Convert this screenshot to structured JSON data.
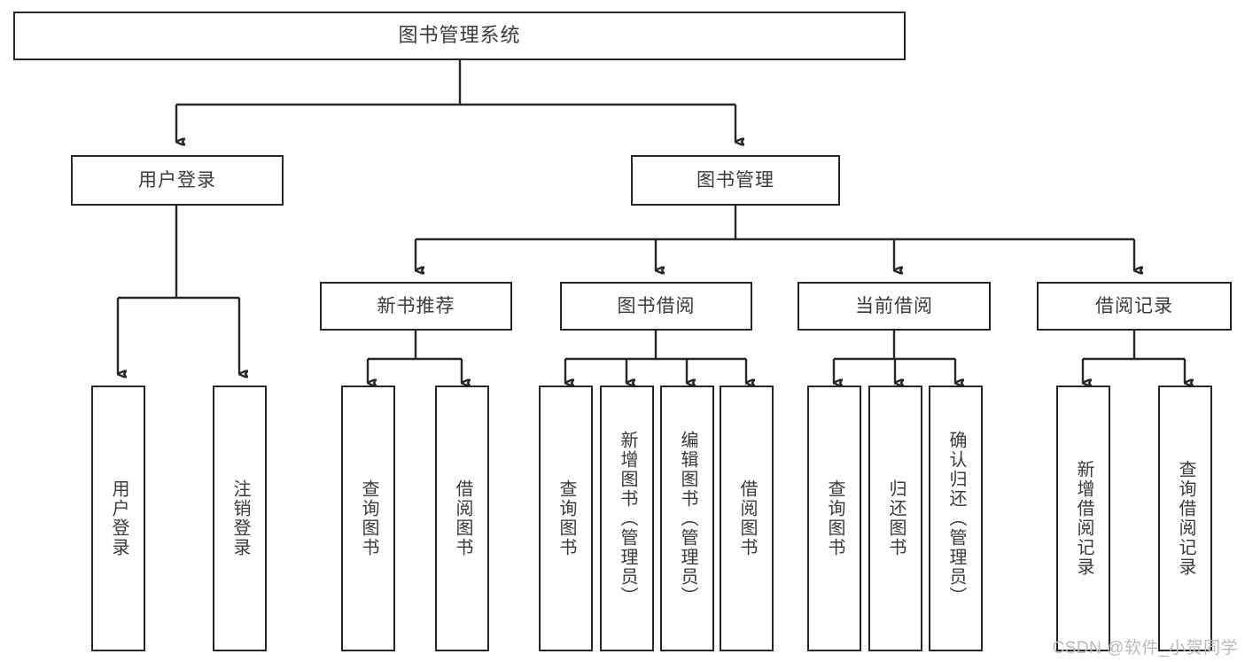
{
  "diagram": {
    "title": "图书管理系统",
    "type": "tree",
    "watermark": "CSDN @软件_小贺同学",
    "colors": {
      "stroke": "#262626",
      "text": "#3a3a3a",
      "background": "#ffffff",
      "watermark": "#b9b9b9"
    },
    "levels": {
      "root": {
        "label": "图书管理系统"
      },
      "level2": [
        {
          "id": "user-login",
          "label": "用户登录"
        },
        {
          "id": "book-management",
          "label": "图书管理"
        }
      ],
      "level3": [
        {
          "id": "new-book-recommend",
          "label": "新书推荐",
          "parent": "book-management"
        },
        {
          "id": "book-borrow",
          "label": "图书借阅",
          "parent": "book-management"
        },
        {
          "id": "current-borrow",
          "label": "当前借阅",
          "parent": "book-management"
        },
        {
          "id": "borrow-record",
          "label": "借阅记录",
          "parent": "book-management"
        }
      ],
      "leaves": [
        {
          "id": "leaf-user-login",
          "label": "用户登录",
          "parent": "user-login"
        },
        {
          "id": "leaf-logout-login",
          "label": "注销登录",
          "parent": "user-login"
        },
        {
          "id": "leaf-query-book-1",
          "label": "查询图书",
          "parent": "new-book-recommend"
        },
        {
          "id": "leaf-borrow-book-1",
          "label": "借阅图书",
          "parent": "new-book-recommend"
        },
        {
          "id": "leaf-query-book-2",
          "label": "查询图书",
          "parent": "book-borrow"
        },
        {
          "id": "leaf-add-book",
          "label": "新增图书（管理员）",
          "parent": "book-borrow"
        },
        {
          "id": "leaf-edit-book",
          "label": "编辑图书（管理员）",
          "parent": "book-borrow"
        },
        {
          "id": "leaf-borrow-book-2",
          "label": "借阅图书",
          "parent": "book-borrow"
        },
        {
          "id": "leaf-query-book-3",
          "label": "查询图书",
          "parent": "current-borrow"
        },
        {
          "id": "leaf-return-book",
          "label": "归还图书",
          "parent": "current-borrow"
        },
        {
          "id": "leaf-confirm-return",
          "label": "确认归还（管理员）",
          "parent": "current-borrow"
        },
        {
          "id": "leaf-add-record",
          "label": "新增借阅记录",
          "parent": "borrow-record"
        },
        {
          "id": "leaf-query-record",
          "label": "查询借阅记录",
          "parent": "borrow-record"
        }
      ]
    }
  }
}
